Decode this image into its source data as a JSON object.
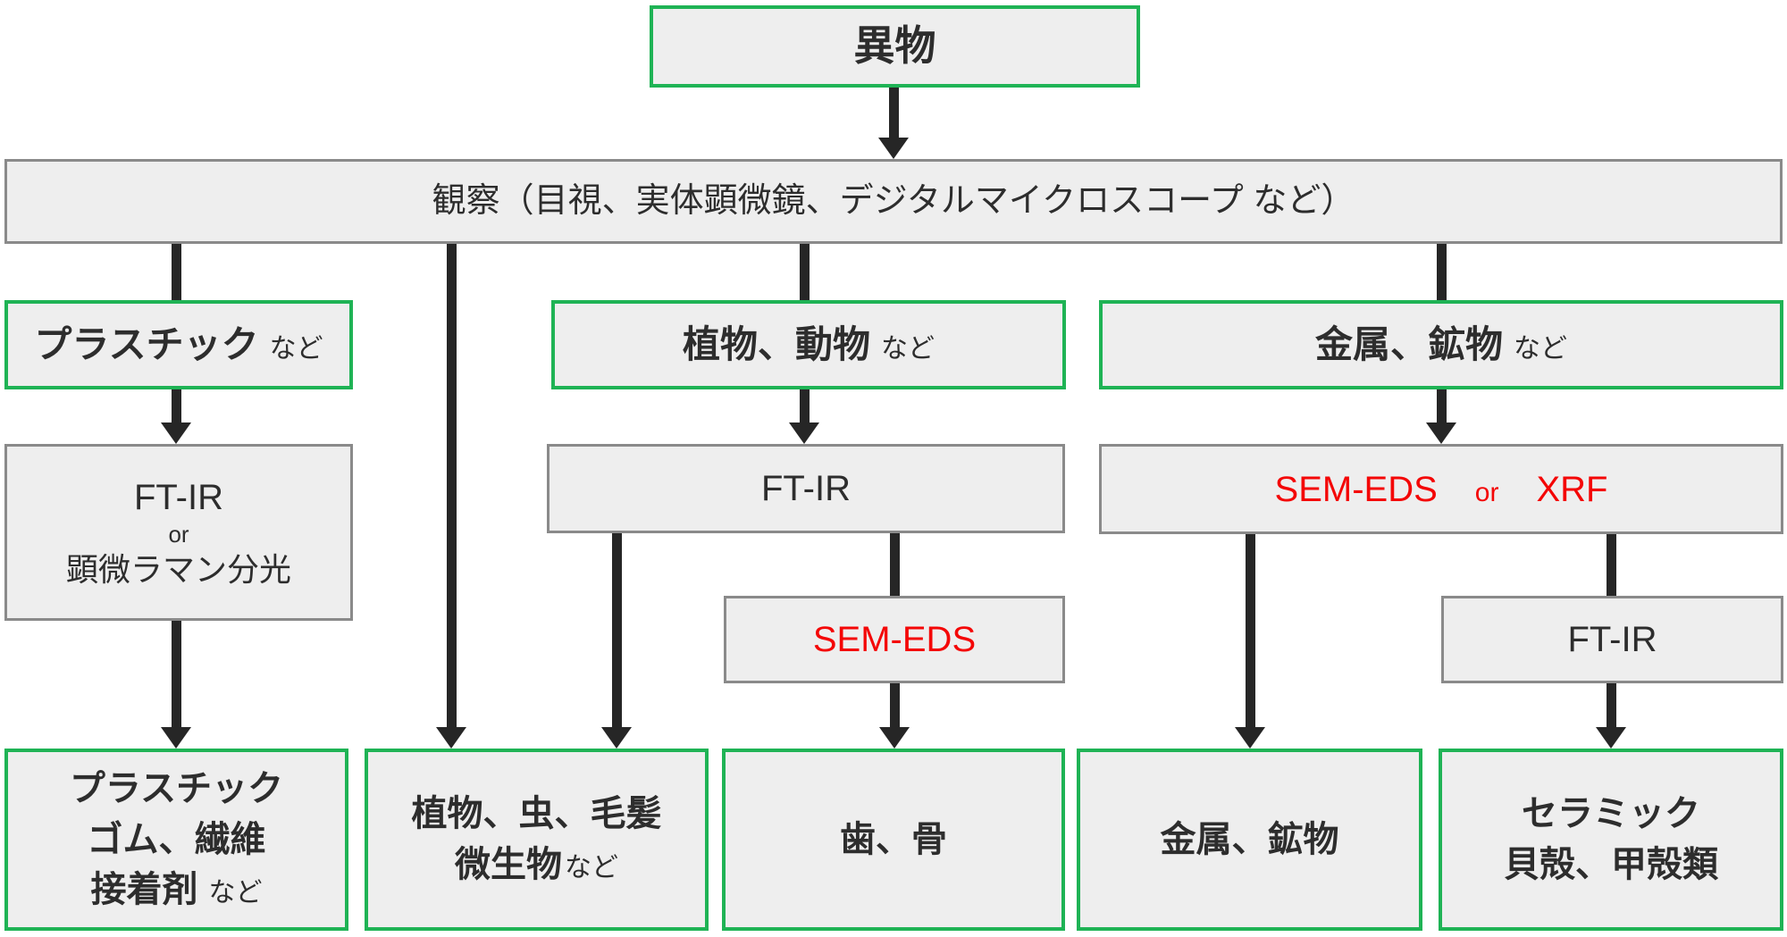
{
  "diagram_title": "foreign-matter-analysis-flowchart",
  "colors": {
    "green_border": "#1fb355",
    "gray_border": "#8a8a8a",
    "box_fill": "#eeeeee",
    "text": "#2d2d2d",
    "red_text": "#f40606",
    "arrow": "#262626"
  },
  "nodes": {
    "foreign_matter": {
      "label": "異物"
    },
    "observation": {
      "label": "観察（目視、実体顕微鏡、デジタルマイクロスコープ など）"
    },
    "cat_plastic": {
      "label": "プラスチック",
      "suffix": "など"
    },
    "cat_bio": {
      "label": "植物、動物",
      "suffix": "など"
    },
    "cat_metal": {
      "label": "金属、鉱物",
      "suffix": "など"
    },
    "method_plastic": {
      "line1": "FT-IR",
      "line2": "or",
      "line3": "顕微ラマン分光"
    },
    "method_bio": {
      "label": "FT-IR"
    },
    "method_metal": {
      "part1": "SEM-EDS",
      "conj": "or",
      "part2": "XRF"
    },
    "method_sem_eds": {
      "label": "SEM-EDS"
    },
    "method_ftir_right": {
      "label": "FT-IR"
    },
    "result_plastic": {
      "line1": "プラスチック",
      "line2": "ゴム、繊維",
      "line3": "接着剤",
      "suffix": "など"
    },
    "result_bio": {
      "line1": "植物、虫、毛髪",
      "line2": "微生物",
      "suffix": "など"
    },
    "result_teeth": {
      "label": "歯、骨"
    },
    "result_metal": {
      "label": "金属、鉱物"
    },
    "result_ceramic": {
      "line1": "セラミック",
      "line2": "貝殻、甲殻類"
    }
  }
}
